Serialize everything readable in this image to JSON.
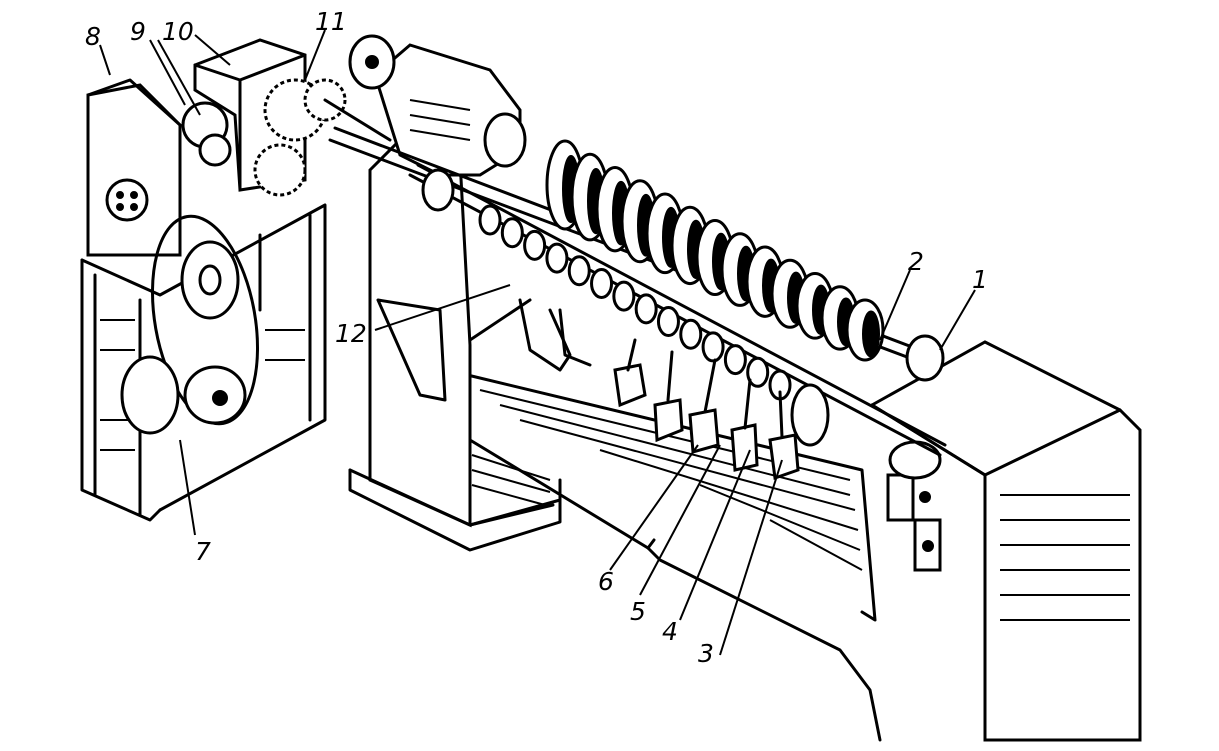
{
  "figure": {
    "callouts": [
      {
        "id": "c1",
        "text": "1"
      },
      {
        "id": "c2",
        "text": "2"
      },
      {
        "id": "c3",
        "text": "3"
      },
      {
        "id": "c4",
        "text": "4"
      },
      {
        "id": "c5",
        "text": "5"
      },
      {
        "id": "c6",
        "text": "6"
      },
      {
        "id": "c7",
        "text": "7"
      },
      {
        "id": "c8",
        "text": "8"
      },
      {
        "id": "c9",
        "text": "9"
      },
      {
        "id": "c10",
        "text": "10"
      },
      {
        "id": "c11",
        "text": "11"
      },
      {
        "id": "c12",
        "text": "12"
      }
    ]
  },
  "colors": {
    "ink": "#000000",
    "paper": "#ffffff"
  }
}
